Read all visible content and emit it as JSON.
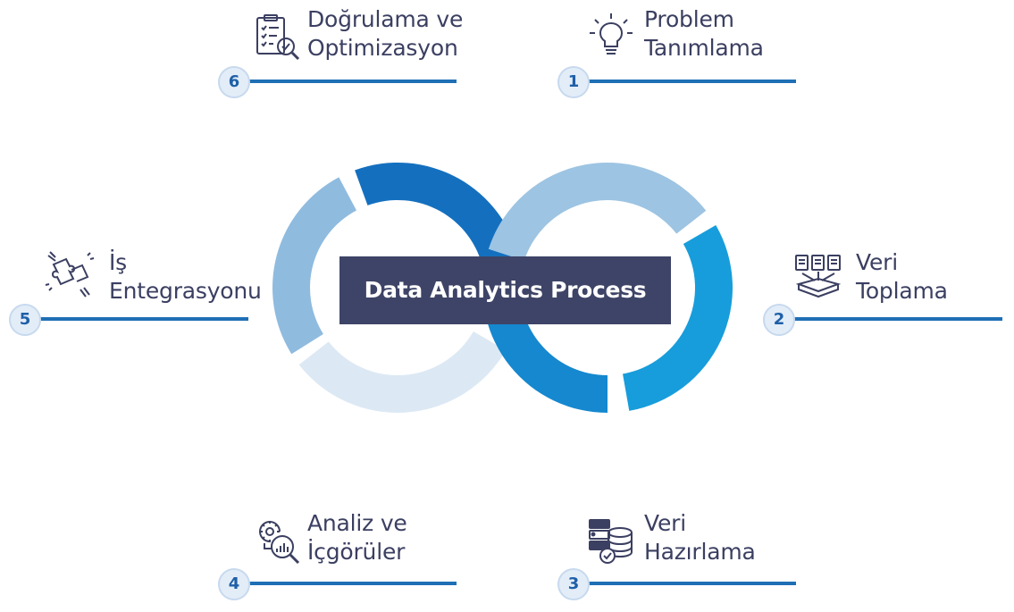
{
  "center_title": "Data Analytics Process",
  "colors": {
    "line": "#1f6fb5",
    "badge_bg": "#e3edf8",
    "badge_text": "#1f5fa8",
    "label_text": "#3b3f61",
    "center_bg": "#3e4467",
    "loop_dark": "#1470bf",
    "loop_bright": "#179ddb",
    "loop_mid": "#1588cf",
    "loop_light": "#9dc4e2",
    "loop_pale": "#dce9f4",
    "loop_lightblue": "#8fbbdf"
  },
  "steps": [
    {
      "number": "1",
      "line1": "Problem",
      "line2": "Tanımlama",
      "icon": "lightbulb-icon"
    },
    {
      "number": "2",
      "line1": "Veri",
      "line2": "Toplama",
      "icon": "data-collection-icon"
    },
    {
      "number": "3",
      "line1": "Veri",
      "line2": "Hazırlama",
      "icon": "database-check-icon"
    },
    {
      "number": "4",
      "line1": "Analiz ve",
      "line2": "İçgörüler",
      "icon": "analysis-magnifier-icon"
    },
    {
      "number": "5",
      "line1": "İş",
      "line2": "Entegrasyonu",
      "icon": "puzzle-hands-icon"
    },
    {
      "number": "6",
      "line1": "Doğrulama ve",
      "line2": "Optimizasyon",
      "icon": "checklist-magnifier-icon"
    }
  ]
}
